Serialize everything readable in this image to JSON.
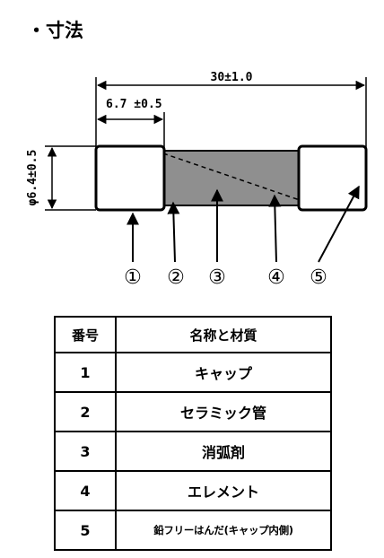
{
  "title": "・寸法",
  "dimensions": {
    "overall_length": "30±1.0",
    "cap_length": "6.7 ±0.5",
    "diameter": "φ6.4±0.5"
  },
  "callouts": [
    "①",
    "②",
    "③",
    "④",
    "⑤"
  ],
  "table": {
    "headers": [
      "番号",
      "名称と材質"
    ],
    "rows": [
      {
        "no": "1",
        "name": "キャップ"
      },
      {
        "no": "2",
        "name": "セラミック管"
      },
      {
        "no": "3",
        "name": "消弧剤"
      },
      {
        "no": "4",
        "name": "エレメント"
      },
      {
        "no": "5",
        "name": "鉛フリーはんだ(キャップ内側)"
      }
    ]
  },
  "colors": {
    "filler": "#8f8f8f",
    "line": "#000000"
  }
}
